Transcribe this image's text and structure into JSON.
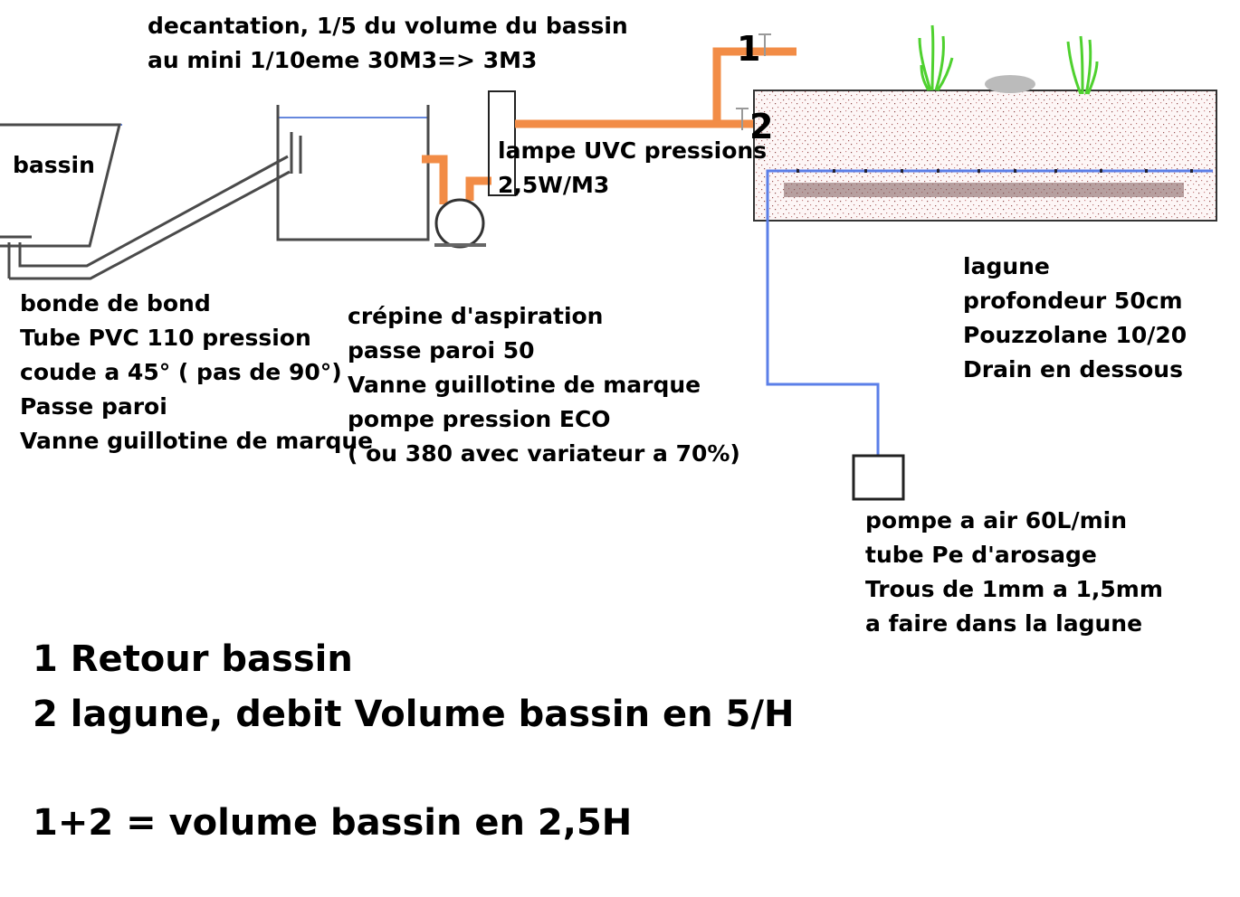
{
  "labels": {
    "decantation": [
      "decantation, 1/5 du volume du bassin",
      "au mini 1/10eme 30M3=>  3M3"
    ],
    "bassin": "bassin",
    "uvc": [
      "lampe UVC pressions",
      "2,5W/M3"
    ],
    "bonde": [
      "bonde de bond",
      "Tube PVC 110 pression",
      "coude a 45° ( pas de 90°)",
      "Passe paroi",
      "Vanne guillotine de marque"
    ],
    "crepine": [
      "crépine d'aspiration",
      "passe paroi 50",
      "Vanne guillotine de marque",
      "pompe pression ECO",
      "( ou 380 avec variateur a 70%)"
    ],
    "lagune": [
      "lagune",
      "profondeur 50cm",
      "Pouzzolane 10/20",
      "Drain en dessous"
    ],
    "pompe_air": [
      "pompe a air 60L/min",
      "tube Pe d'arosage",
      "Trous de 1mm a 1,5mm",
      "a faire dans la lagune"
    ]
  },
  "markers": {
    "one": "1",
    "two": "2"
  },
  "legend": [
    "1 Retour bassin",
    "2 lagune, debit Volume bassin  en 5/H",
    "",
    "1+2 = volume bassin en 2,5H"
  ],
  "colors": {
    "pipe_orange": "#f28c46",
    "air_blue": "#5b7fe8",
    "water_line": "#6688dd",
    "outline": "#4a4a4a",
    "plant_green": "#4fd12f",
    "gravel": "#8b3a3a"
  }
}
